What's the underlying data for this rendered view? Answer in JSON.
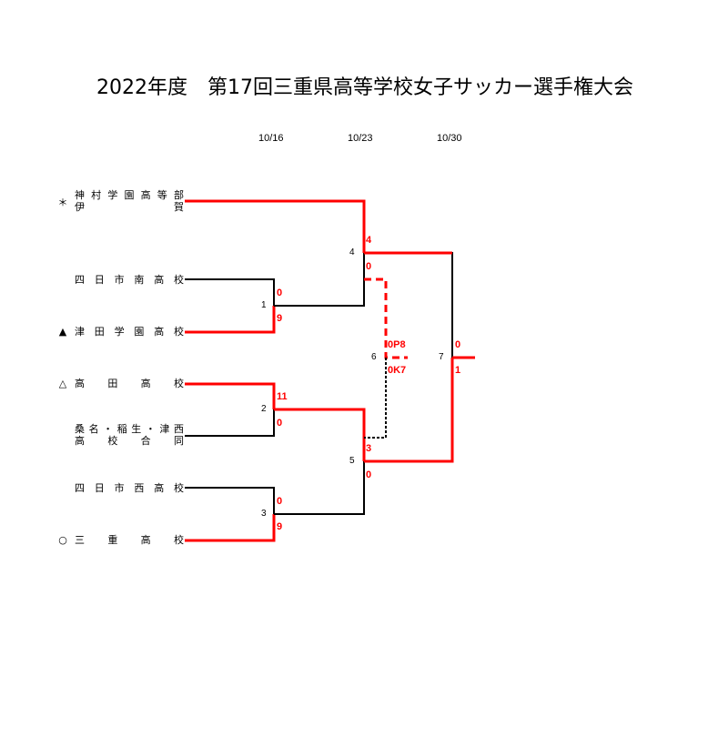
{
  "title": "2022年度　第17回三重県高等学校女子サッカー選手権大会",
  "dates": [
    "10/16",
    "10/23",
    "10/30"
  ],
  "colors": {
    "winner": "#ff0000",
    "loser": "#000000"
  },
  "teams": [
    {
      "mark": "＊",
      "lines": [
        [
          "神",
          "村",
          "学",
          "園",
          "高",
          "等",
          "部"
        ],
        [
          "伊",
          "",
          "",
          "",
          "",
          "",
          "賀"
        ]
      ]
    },
    {
      "mark": "",
      "lines": [
        [
          "四",
          "日",
          "市",
          "南",
          "高",
          "校"
        ]
      ]
    },
    {
      "mark": "▲",
      "lines": [
        [
          "津",
          "田",
          "学",
          "園",
          "高",
          "校"
        ]
      ]
    },
    {
      "mark": "△",
      "lines": [
        [
          "高",
          "田",
          "高",
          "校"
        ]
      ]
    },
    {
      "mark": "",
      "lines": [
        [
          "桑",
          "名",
          "・",
          "稲",
          "生",
          "・",
          "津",
          "西"
        ],
        [
          "高",
          "校",
          "合",
          "同"
        ]
      ]
    },
    {
      "mark": "",
      "lines": [
        [
          "四",
          "日",
          "市",
          "西",
          "高",
          "校"
        ]
      ]
    },
    {
      "mark": "○",
      "lines": [
        [
          "三",
          "重",
          "高",
          "校"
        ]
      ]
    }
  ],
  "matches": [
    {
      "number": "1",
      "top_score": "0",
      "bottom_score": "9"
    },
    {
      "number": "2",
      "top_score": "11",
      "bottom_score": "0"
    },
    {
      "number": "3",
      "top_score": "0",
      "bottom_score": "9"
    },
    {
      "number": "4",
      "top_score": "4",
      "bottom_score": "0"
    },
    {
      "number": "5",
      "top_score": "3",
      "bottom_score": "0"
    },
    {
      "number": "6",
      "top_score": "0P8",
      "bottom_score": "0K7"
    },
    {
      "number": "7",
      "top_score": "0",
      "bottom_score": "1"
    }
  ]
}
